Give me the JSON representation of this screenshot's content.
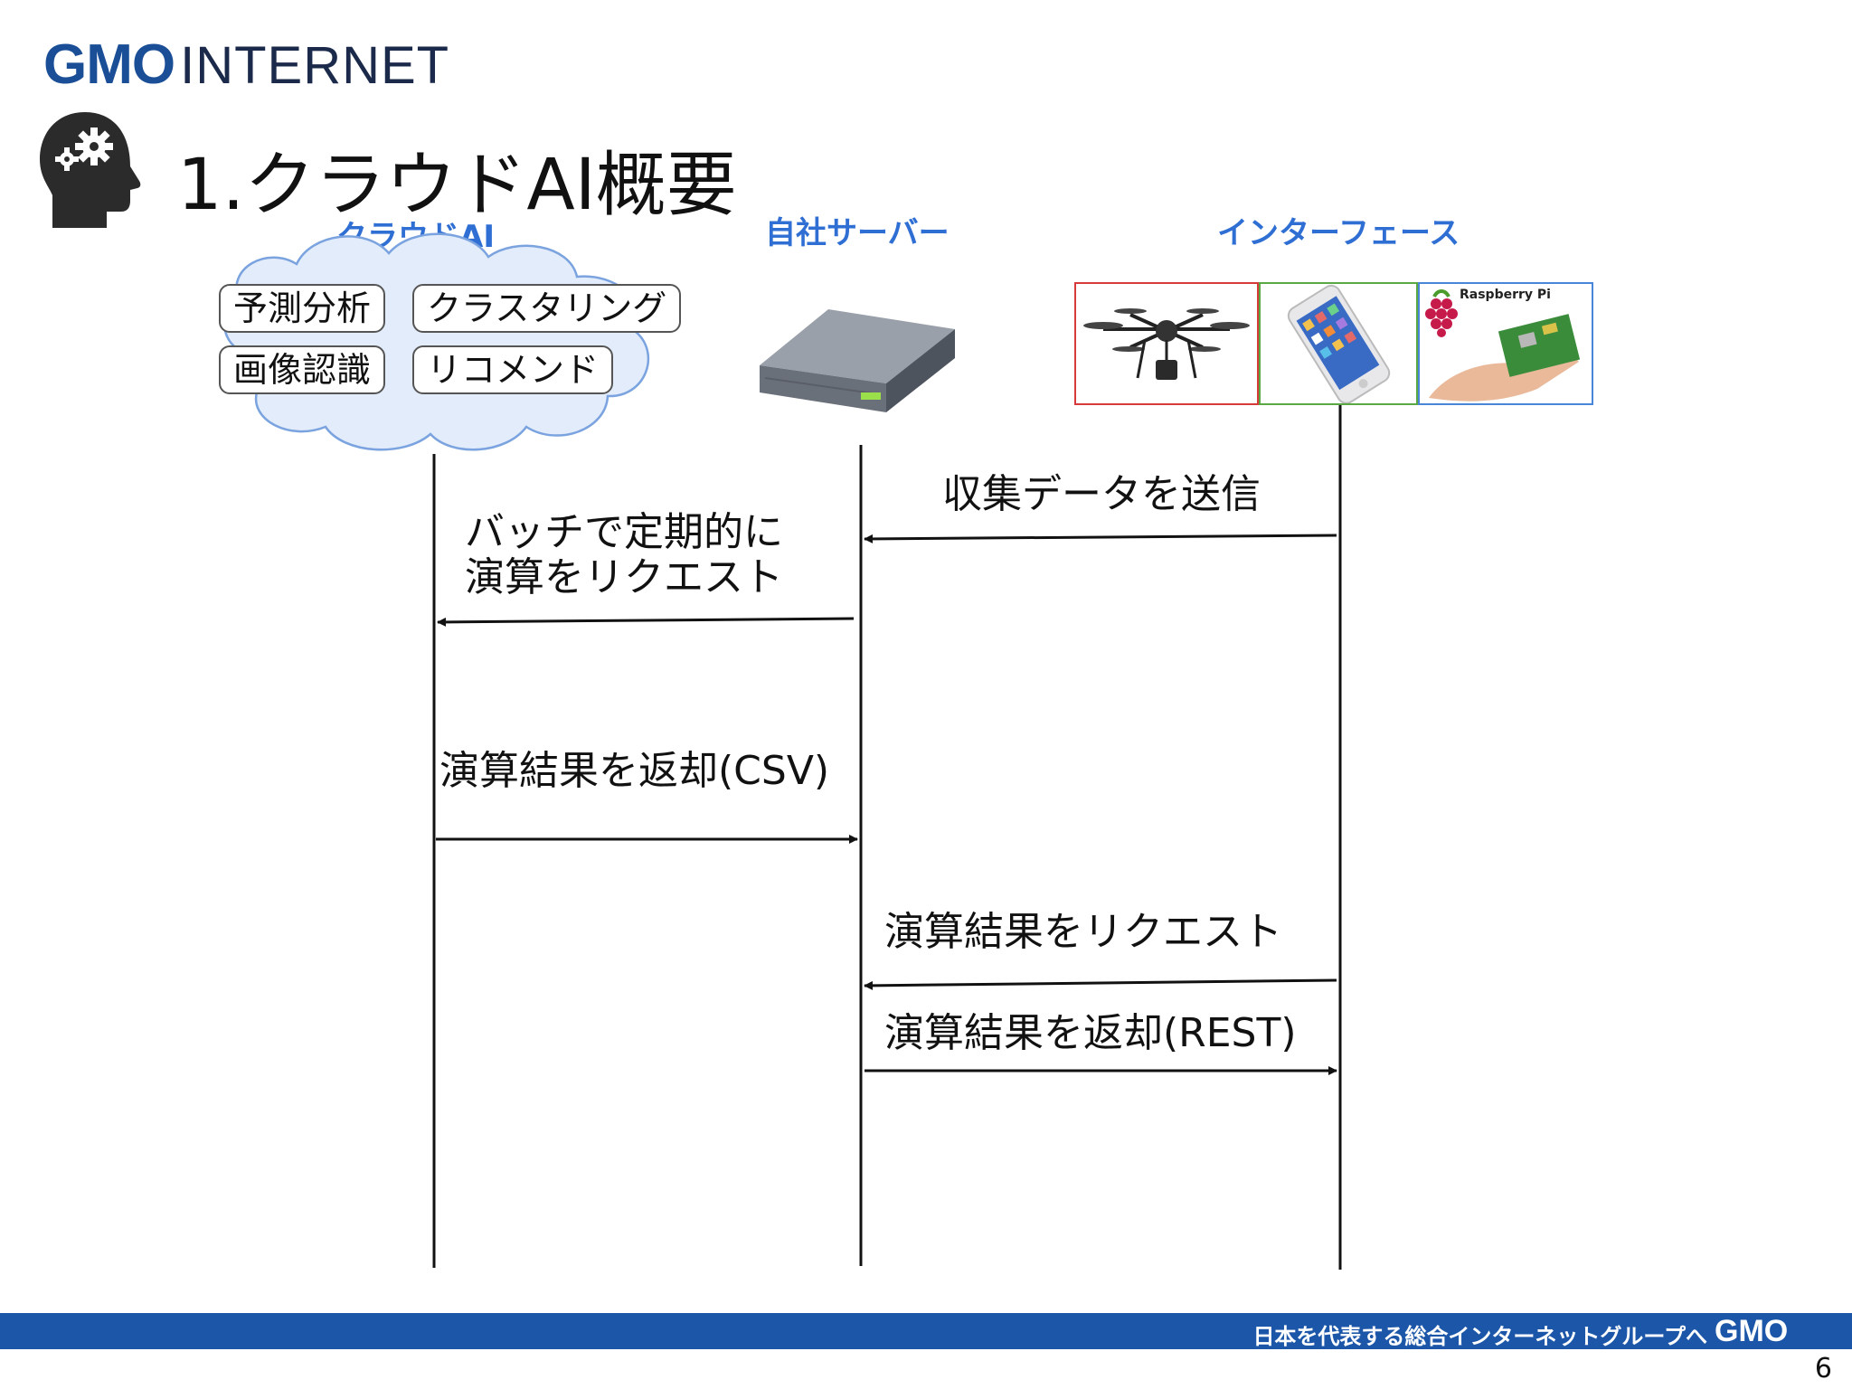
{
  "header": {
    "logo_gmo": "GMO",
    "logo_internet": "INTERNET",
    "title": "1.クラウドAI概要"
  },
  "lanes": {
    "cloud_ai": "クラウドAI",
    "own_server": "自社サーバー",
    "interface": "インターフェース"
  },
  "cloud_services": [
    "予測分析",
    "クラスタリング",
    "画像認識",
    "リコメンド"
  ],
  "devices": {
    "drone": "drone",
    "smartphone": "smartphone",
    "raspberry_pi_label": "Raspberry Pi"
  },
  "messages": [
    {
      "label": "収集データを送信"
    },
    {
      "label_line1": "バッチで定期的に",
      "label_line2": "演算をリクエスト"
    },
    {
      "label": "演算結果を返却(CSV)"
    },
    {
      "label": "演算結果をリクエスト"
    },
    {
      "label": "演算結果を返却(REST)"
    }
  ],
  "footer": {
    "tagline": "日本を代表する総合インターネットグループへ",
    "brand": "GMO",
    "page_number": "6"
  },
  "colors": {
    "brand_blue": "#1a4e96",
    "lane_label": "#2f6fd4",
    "footer_bar": "#1c56a8",
    "cloud_fill": "#e3ecfb",
    "cloud_stroke": "#7aa3df",
    "drone_border": "#d63a3a",
    "phone_border": "#5aa844",
    "pi_border": "#4a86d8"
  }
}
